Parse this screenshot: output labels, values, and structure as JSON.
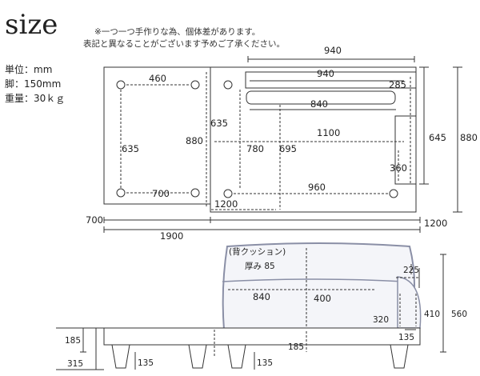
{
  "title": "size",
  "notes": {
    "line1": "※一つ一つ手作りな為、個体差があります。",
    "line2": "表記と異なることがございます予めご了承ください。"
  },
  "specs": [
    {
      "label": "単位：mm"
    },
    {
      "label": "脚：150mm"
    },
    {
      "label": "重量：30ｋｇ"
    }
  ],
  "top_view": {
    "dims": {
      "overall_width_top": "940",
      "seat_width_inner": "940",
      "cushion_depth": "285",
      "cushion_width": "840",
      "left_leg_span_x": "460",
      "left_leg_span_y": "635",
      "left_depth": "880",
      "left_gap": "635",
      "mid_depth": "780",
      "seat_depth": "695",
      "seat_length": "1100",
      "right_depth_inner": "645",
      "right_depth_outer": "880",
      "arm_width": "360",
      "left_leg_span_bottom": "700",
      "right_leg_span": "960",
      "mid_span": "1200",
      "left_section": "700",
      "right_section": "1200",
      "overall_length": "1900"
    }
  },
  "side_view": {
    "dims": {
      "cushion_label": "(背クッション)",
      "cushion_thickness": "厚み 85",
      "cushion_length": "840",
      "back_height": "400",
      "arm_top": "225",
      "arm_height": "410",
      "total_height": "560",
      "seat_cushion": "320",
      "arm_inner": "135",
      "base_height": "185",
      "base_height_mid": "185",
      "floor_to_seat": "315",
      "leg_height_1": "135",
      "leg_height_2": "135"
    }
  },
  "colors": {
    "line": "#333333",
    "cushion_stroke": "#8a8fa6",
    "cushion_fill": "#f4f5f9"
  }
}
